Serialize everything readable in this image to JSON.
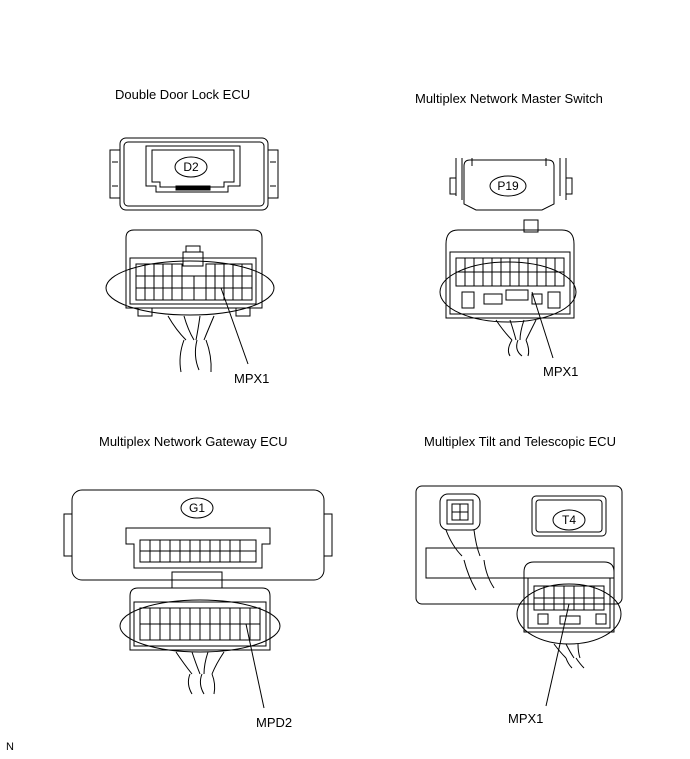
{
  "panels": {
    "double_door": {
      "title": "Double Door Lock ECU",
      "connector_code": "D2",
      "pin_label": "MPX1"
    },
    "master_switch": {
      "title": "Multiplex Network Master Switch",
      "connector_code": "P19",
      "pin_label": "MPX1"
    },
    "gateway": {
      "title": "Multiplex Network Gateway ECU",
      "connector_code": "G1",
      "pin_label": "MPD2"
    },
    "tilt": {
      "title": "Multiplex Tilt and Telescopic ECU",
      "connector_code": "T4",
      "pin_label": "MPX1"
    }
  },
  "corner_mark": "N"
}
